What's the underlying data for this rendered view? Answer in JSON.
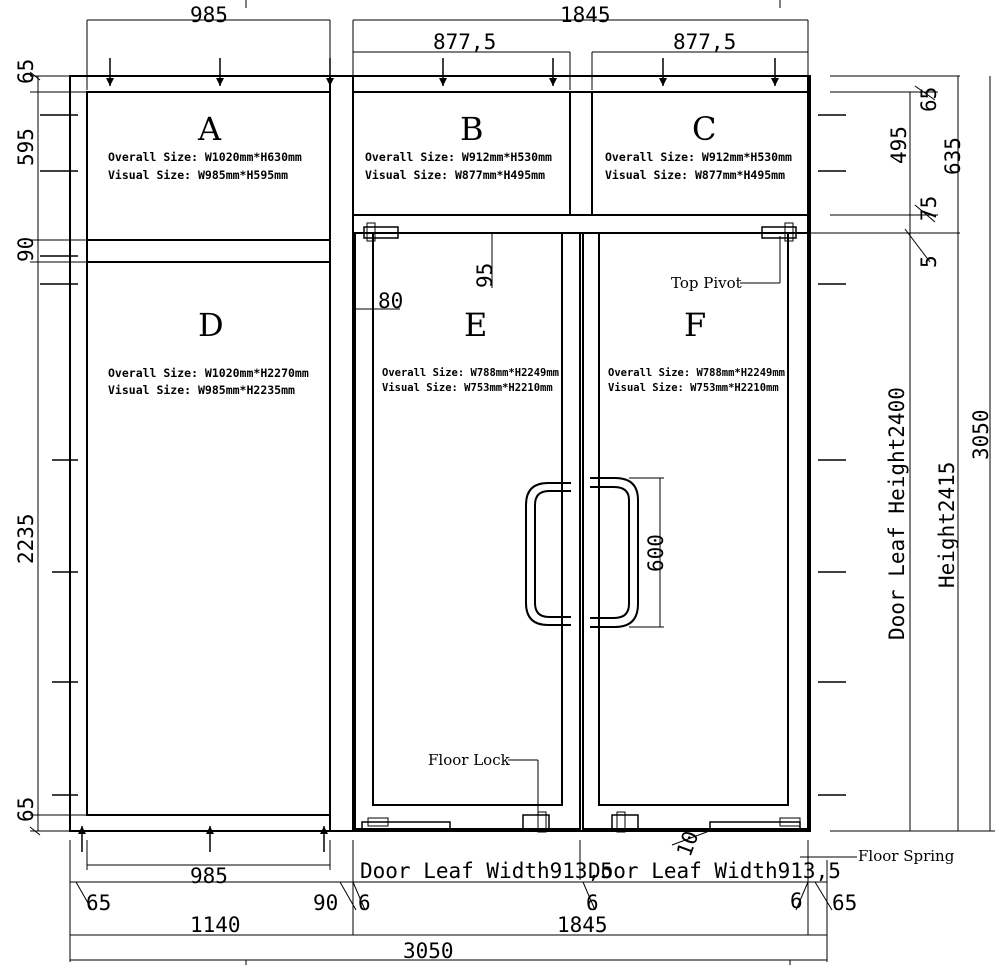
{
  "dimensions": {
    "top_left_width": "985",
    "top_right_width": "1845",
    "b_width": "877,5",
    "c_width": "877,5",
    "left_65_top": "65",
    "left_595": "595",
    "left_90": "90",
    "left_2235": "2235",
    "left_65_bottom": "65",
    "right_65": "65",
    "right_495": "495",
    "right_635": "635",
    "right_75": "75",
    "right_5": "5",
    "right_3050": "3050",
    "door_leaf_height": "Door Leaf Height2400",
    "height_2415": "Height2415",
    "dim_95": "95",
    "dim_80": "80",
    "handle_600": "600",
    "dim_10": "10",
    "bottom_985": "985",
    "bottom_65_left": "65",
    "bottom_90": "90",
    "bottom_6_left": "6",
    "bottom_6_mid": "6",
    "bottom_6_right": "6",
    "bottom_65_right": "65",
    "bottom_1140": "1140",
    "bottom_1845": "1845",
    "bottom_3050": "3050",
    "leaf_width_left": "Door Leaf Width913,5",
    "leaf_width_right": "Door Leaf Width913,5"
  },
  "panels": {
    "A": {
      "letter": "A",
      "overall": "Overall Size: W1020mm*H630mm",
      "visual": "Visual Size: W985mm*H595mm"
    },
    "B": {
      "letter": "B",
      "overall": "Overall Size: W912mm*H530mm",
      "visual": "Visual Size: W877mm*H495mm"
    },
    "C": {
      "letter": "C",
      "overall": "Overall Size: W912mm*H530mm",
      "visual": "Visual Size: W877mm*H495mm"
    },
    "D": {
      "letter": "D",
      "overall": "Overall Size: W1020mm*H2270mm",
      "visual": "Visual Size: W985mm*H2235mm"
    },
    "E": {
      "letter": "E",
      "overall": "Overall Size: W788mm*H2249mm",
      "visual": "Visual Size: W753mm*H2210mm"
    },
    "F": {
      "letter": "F",
      "overall": "Overall Size: W788mm*H2249mm",
      "visual": "Visual Size: W753mm*H2210mm"
    }
  },
  "callouts": {
    "top_pivot": "Top Pivot",
    "floor_lock": "Floor Lock",
    "floor_spring": "Floor Spring"
  }
}
